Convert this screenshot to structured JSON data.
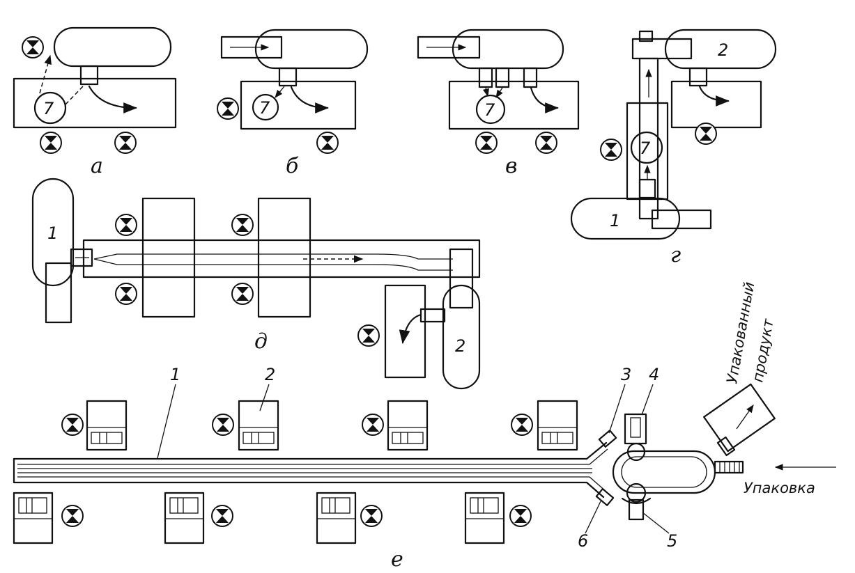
{
  "panels": {
    "a": "а",
    "b": "б",
    "v": "в",
    "g": "г",
    "d": "д",
    "e": "е"
  },
  "numbers": {
    "seven": "7",
    "one": "1",
    "two": "2",
    "three": "3",
    "four": "4",
    "five": "5",
    "six": "6"
  },
  "captions": {
    "packed_line1": "Упакованный",
    "packed_line2": "продукт",
    "packing": "Упаковка"
  },
  "icons": {
    "workstation": "hourglass-circle-icon"
  },
  "colors": {
    "ink": "#111111",
    "paper": "#ffffff"
  }
}
